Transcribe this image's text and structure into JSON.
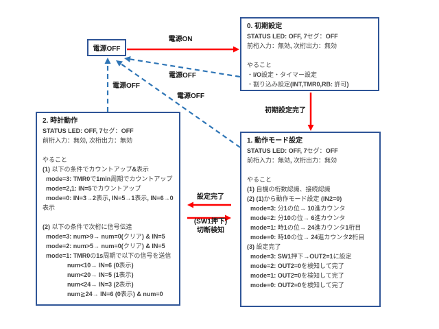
{
  "colors": {
    "box_border": "#2f5597",
    "arrow_red": "#fe0000",
    "arrow_blue": "#2e75b6",
    "title_text": "#1f1f1f",
    "body_text": "#404040",
    "label_text": "#1a1a1a"
  },
  "power_off_node": {
    "label": "電源OFF"
  },
  "states": {
    "s0": {
      "title": "0. 初期設定",
      "lines": [
        "STATUS LED: OFF, 7セグ：OFF",
        "前桁入力：無効, 次桁出力：無効",
        "",
        "やること",
        "・I/O設定・タイマー設定",
        "・割り込み設定(INT,TMR0,RB: 許可)"
      ]
    },
    "s1": {
      "title": "1. 動作モード設定",
      "lines": [
        "STATUS LED: OFF, 7セグ：OFF",
        "前桁入力：無効, 次桁出力：無効",
        "",
        "やること",
        "(1) 自機の桁数認識、接続認識",
        "(2) (1)から動作モード設定 (IN2=0)",
        "  mode=3: 分1の位→ 10進カウンタ",
        "  mode=2: 分10の位→ 6進カウンタ",
        "  mode=1: 時1の位→ 24進カウンタ1桁目",
        "  mode=0: 時10の位→ 24進カウンタ2桁目",
        "(3) 設定完了",
        "  mode=3: SW1押下→OUT2=1に設定",
        "  mode=2: OUT2=0を検知して完了",
        "  mode=1: OUT2=0を検知して完了",
        "  mode=0: OUT2=0を検知して完了"
      ]
    },
    "s2": {
      "title": "2. 時計動作",
      "lines": [
        "STATUS LED: OFF, 7セグ：OFF",
        "前桁入力：無効, 次桁出力：無効",
        "",
        "やること",
        "(1) 以下の条件でカウントアップ&表示",
        "  mode=3: TMR0で1min周期でカウントアップ",
        "  mode=2,1: IN=5でカウントアップ",
        "  mode=0: IN=3→2表示, IN=5→1表示, IN=6→0表示",
        "",
        "(2) 以下の条件で次桁に信号伝達",
        "  mode=3: num>9→ num=0(クリア) & IN=5",
        "  mode=2: num>5→ num=0(クリア) & IN=5",
        "  mode=1: TMR0の1s周期で以下の信号を送信",
        "　　　　num<10→ IN=6 (0表示)",
        "　　　　num<20→ IN=5 (1表示)",
        "　　　　num<24→ IN=3 (2表示)",
        "　　　　num≧24→ IN=6 (0表示) & num=0"
      ]
    }
  },
  "transitions": {
    "power_on": "電源ON",
    "power_off_from_clock": "電源OFF",
    "power_off_from_init": "電源OFF",
    "power_off_from_mode": "電源OFF",
    "init_complete": "初期設定完了",
    "setting_complete": "設定完了",
    "setting_complete_sub": "(SW1押下)",
    "disconnect_detected": "切断検知"
  }
}
